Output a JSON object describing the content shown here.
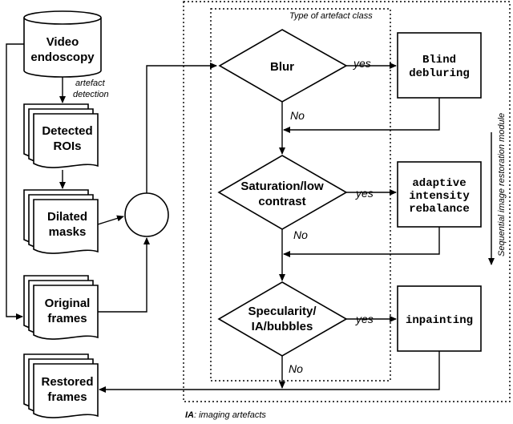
{
  "nodes": {
    "video": [
      "Video",
      "endoscopy"
    ],
    "detected": [
      "Detected",
      "ROIs"
    ],
    "dilated": [
      "Dilated",
      "masks"
    ],
    "original": [
      "Original",
      "frames"
    ],
    "restored": [
      "Restored",
      "frames"
    ],
    "blur": [
      "Blur"
    ],
    "saturation": [
      "Saturation/low",
      "contrast"
    ],
    "specularity": [
      "Specularity/",
      "IA/bubbles"
    ],
    "deblur": [
      "Blind",
      "debluring"
    ],
    "adaptive": [
      "adaptive",
      "intensity",
      "rebalance"
    ],
    "inpainting": [
      "inpainting"
    ]
  },
  "labels": {
    "artefact_detection": [
      "artefact",
      "detection"
    ],
    "yes1": "yes",
    "yes2": "yes",
    "yes3": "yes",
    "no1": "No",
    "no2": "No",
    "no3": "No",
    "type_of_class": "Type of artefact class",
    "sequential_module": "Sequential image restoration module",
    "footnote_bold": "IA",
    "footnote_rest": ": imaging artefacts"
  }
}
